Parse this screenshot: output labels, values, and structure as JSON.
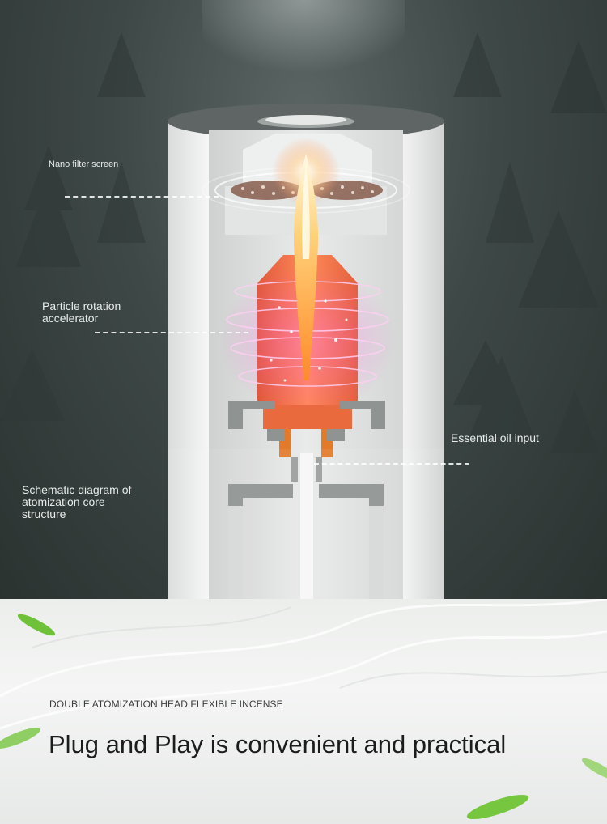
{
  "labels": {
    "nano_filter": "Nano filter screen",
    "particle_accelerator": "Particle rotation accelerator",
    "essential_oil": "Essential oil input",
    "schematic": "Schematic diagram of atomization core structure"
  },
  "bottom": {
    "subtitle": "DOUBLE ATOMIZATION HEAD FLEXIBLE INCENSE",
    "headline": "Plug and Play is convenient and practical"
  },
  "colors": {
    "flame_core": "#fff4c8",
    "flame_orange": "#ff9a3c",
    "chamber_orange": "#f07040",
    "glow_pink": "#ff4fd6",
    "leaf_green": "#6fc13a"
  }
}
